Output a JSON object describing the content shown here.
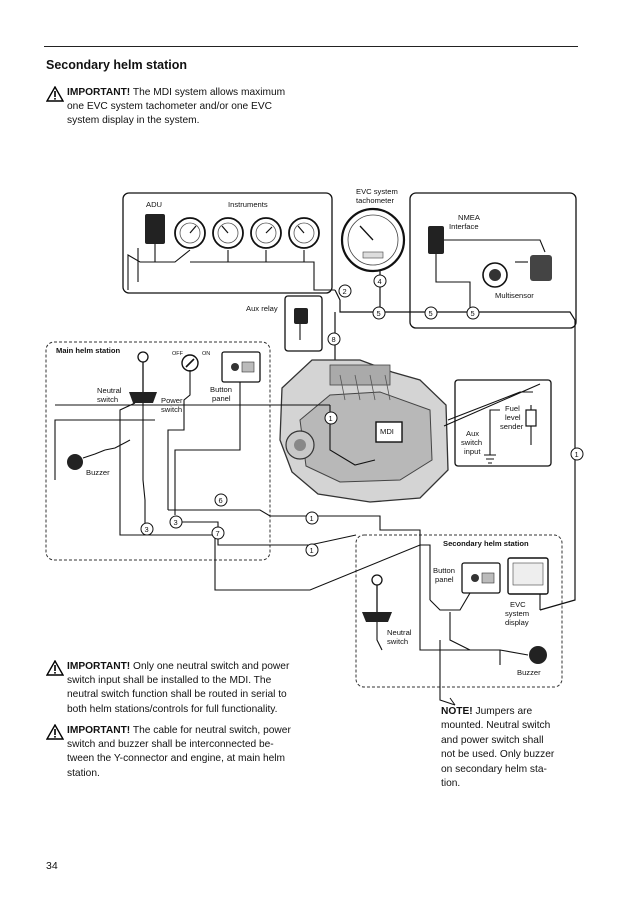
{
  "page": {
    "section_title": "Secondary helm station",
    "page_number": "34"
  },
  "notes": {
    "important_label": "IMPORTANT!",
    "important_1_lines": [
      "The MDI system allows maximum",
      "one EVC system tachometer and/or one EVC",
      "system display in the system."
    ],
    "important_2_lines": [
      "Only one neutral switch and power",
      "switch input shall be installed to the MDI. The",
      "neutral switch function shall be routed in serial to",
      "both helm stations/controls for full functionality."
    ],
    "important_3_lines": [
      "The cable for neutral switch, power",
      "switch and buzzer shall be interconnected be-",
      "tween the Y-connector and engine, at main helm",
      "station."
    ],
    "note_label": "NOTE!",
    "note_lines": [
      "Jumpers are",
      "mounted. Neutral switch",
      "and power switch shall",
      "not be used. Only buzzer",
      "on secondary helm sta-",
      "tion."
    ]
  },
  "diagram": {
    "labels": {
      "adu": "ADU",
      "instruments": "Instruments",
      "evc_tach_1": "EVC system",
      "evc_tach_2": "tachometer",
      "nmea_1": "NMEA",
      "nmea_2": "Interface",
      "multisensor": "Multisensor",
      "aux_relay": "Aux relay",
      "main_helm": "Main helm station",
      "off": "OFF",
      "on": "ON",
      "neutral_switch_1": "Neutral",
      "neutral_switch_2": "switch",
      "power_switch_1": "Power",
      "power_switch_2": "switch",
      "button_panel_1": "Button",
      "button_panel_2": "panel",
      "buzzer": "Buzzer",
      "mdi": "MDI",
      "fuel_1": "Fuel",
      "fuel_2": "level",
      "fuel_3": "sender",
      "aux_input_1": "Aux",
      "aux_input_2": "switch",
      "aux_input_3": "input",
      "secondary_helm": "Secondary helm station",
      "sec_button_1": "Button",
      "sec_button_2": "panel",
      "evc_display_1": "EVC",
      "evc_display_2": "system",
      "evc_display_3": "display",
      "sec_neutral_1": "Neutral",
      "sec_neutral_2": "switch",
      "sec_buzzer": "Buzzer"
    },
    "callouts": [
      "1",
      "2",
      "3",
      "4",
      "5",
      "6",
      "7",
      "8"
    ]
  }
}
